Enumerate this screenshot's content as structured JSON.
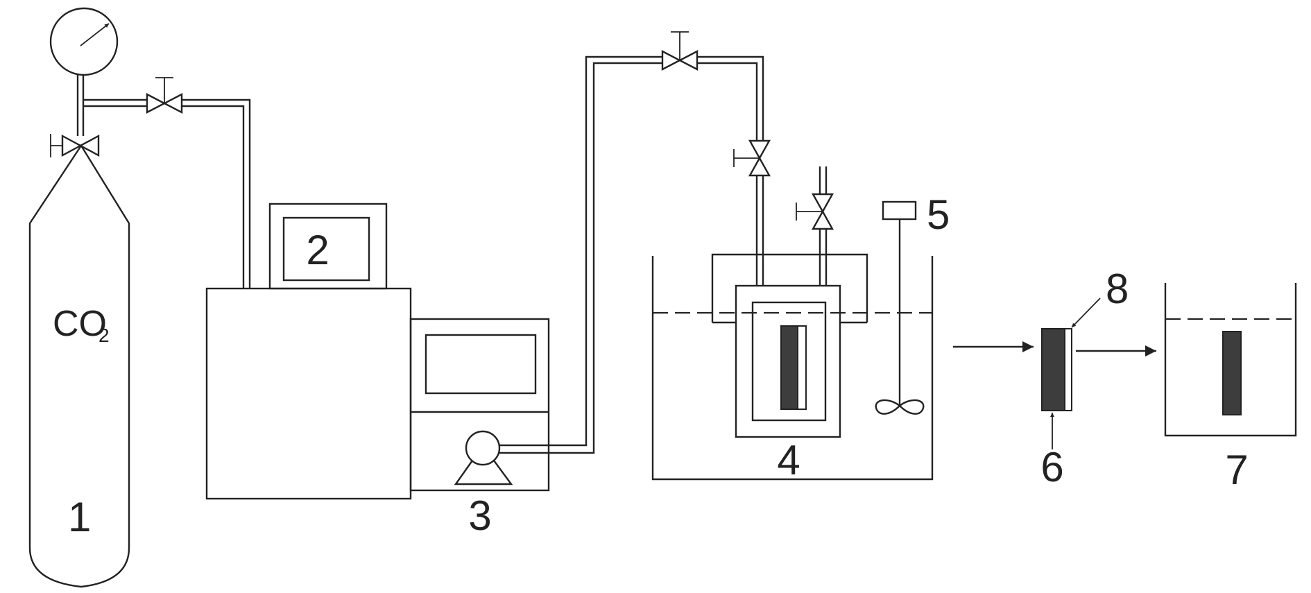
{
  "diagram": {
    "cylinder_label": {
      "main": "CO",
      "subscript": "2"
    },
    "labels": {
      "gas_cylinder": "1",
      "unit_2": "2",
      "pump": "3",
      "vessel": "4",
      "stirrer": "5",
      "sample": "6",
      "bath": "7",
      "coating": "8"
    }
  },
  "colors": {
    "line": "#222222",
    "sample_fill": "#3d3d3d",
    "background": "#ffffff"
  }
}
